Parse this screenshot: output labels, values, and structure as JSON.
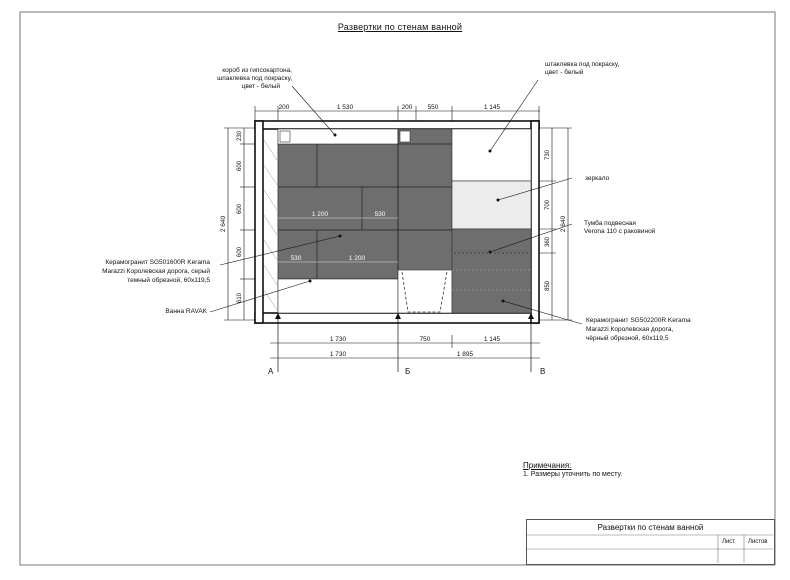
{
  "page": {
    "title": "Развертки по стенам ванной"
  },
  "labels": {
    "box": [
      "короб из гипсокартона,",
      "шпаклевка под покраску,",
      "цвет - белый"
    ],
    "putty": [
      "штаклевка под покраску,",
      "цвет - белый"
    ],
    "mirror": "зеркало",
    "cabinet": [
      "Тумба подвесная",
      "Verona 110 с раковиной"
    ],
    "tile_grey": [
      "Керамогранит SG501600R Kerama",
      "Marazzi Королевская дорога, серый",
      "темный обрезной, 60x119,5"
    ],
    "tile_black": [
      "Керамогранит SG502200R Kerama",
      "Marazzi Королевская дорога,",
      "чёрный обрезной, 60x119,5"
    ],
    "bath": "Ванна RAVAK"
  },
  "dimensions": {
    "top": [
      "200",
      "1 530",
      "200",
      "550",
      "1 145"
    ],
    "left_total": "2 640",
    "left": [
      "230",
      "600",
      "600",
      "600",
      "610"
    ],
    "right_total": "2 640",
    "right": [
      "730",
      "700",
      "360",
      "850"
    ],
    "inner_top": [
      "1 200",
      "530"
    ],
    "inner_bottom": [
      "530",
      "1 200"
    ],
    "bottom1": [
      "1 730",
      "750",
      "1 145"
    ],
    "bottom2": [
      "1 730",
      "1 895"
    ]
  },
  "axes": [
    "А",
    "Б",
    "В"
  ],
  "notes": {
    "title": "Примечания:",
    "items": [
      "1. Размеры уточнить по месту."
    ]
  },
  "stamp": {
    "name": "Развертки по стенам ванной",
    "sheet": "Лист",
    "sheets": "Листов"
  },
  "colors": {
    "tile_grey": "#6e6e6e",
    "mirror_fill": "#ececec",
    "wall_outline": "#111111"
  }
}
